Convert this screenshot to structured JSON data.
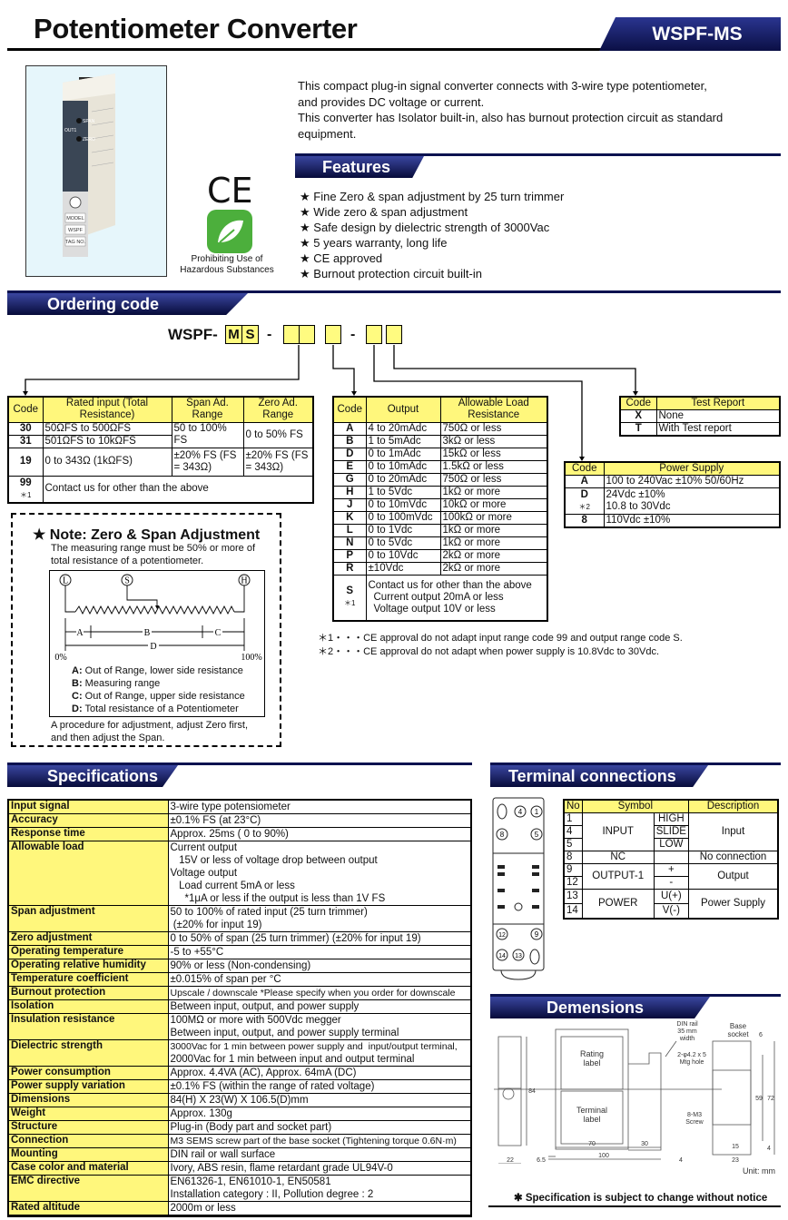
{
  "header": {
    "title": "Potentiometer Converter",
    "model": "WSPF-MS"
  },
  "product": {
    "photo_labels": [
      "SPAN",
      "ZERO",
      "OUT1",
      "MODEL",
      "WSPF",
      "TAG NO."
    ],
    "ce_mark": "CE",
    "rohs_caption": "Prohibiting Use of Hazardous Substances",
    "colors": {
      "rohs_green": "#4caf3c",
      "banner_navy": "#0b1250",
      "table_yellow": "#fff77c"
    }
  },
  "description": [
    "This compact plug-in signal converter connects with 3-wire type potentiometer,",
    "and provides DC voltage or current.",
    "This converter has Isolator built-in, also has burnout protection circuit as standard",
    "equipment."
  ],
  "features": {
    "title": "Features",
    "bullet": "★",
    "items": [
      "Fine Zero & span adjustment by 25 turn trimmer",
      "Wide zero & span adjustment",
      "Safe design by dielectric strength of 3000Vac",
      "5 years warranty, long life",
      "CE approved",
      "Burnout protection circuit built-in"
    ]
  },
  "ordering": {
    "title": "Ordering code",
    "prefix": "WSPF-",
    "fixed": [
      "M",
      "S"
    ],
    "dash": "-",
    "input_table": {
      "headers": [
        "Code",
        "Rated input (Total Resistance)",
        "Span Ad. Range",
        "Zero Ad. Range"
      ],
      "rows": [
        {
          "code": "30",
          "input": "50ΩFS to 500ΩFS"
        },
        {
          "code": "31",
          "input": "501ΩFS to 10kΩFS"
        },
        {
          "code": "19",
          "input": "0 to 343Ω (1kΩFS)",
          "span": "±20% FS (FS = 343Ω)",
          "zero": "±20% FS (FS = 343Ω)"
        },
        {
          "code": "99",
          "note": "＊1",
          "input": "Contact us for other than the above"
        }
      ],
      "shared_span": "50 to 100% FS",
      "shared_zero": "0 to 50% FS"
    },
    "output_table": {
      "headers": [
        "Code",
        "Output",
        "Allowable Load Resistance"
      ],
      "rows": [
        [
          "A",
          "4 to 20mAdc",
          "750Ω or less"
        ],
        [
          "B",
          "1 to 5mAdc",
          "3kΩ or less"
        ],
        [
          "D",
          "0 to 1mAdc",
          "15kΩ or less"
        ],
        [
          "E",
          "0 to 10mAdc",
          "1.5kΩ or less"
        ],
        [
          "G",
          "0 to 20mAdc",
          "750Ω or less"
        ],
        [
          "H",
          "1 to 5Vdc",
          "1kΩ or more"
        ],
        [
          "J",
          "0 to 10mVdc",
          "10kΩ or more"
        ],
        [
          "K",
          "0 to 100mVdc",
          "100kΩ or more"
        ],
        [
          "L",
          "0 to 1Vdc",
          "1kΩ or more"
        ],
        [
          "N",
          "0 to 5Vdc",
          "1kΩ or more"
        ],
        [
          "P",
          "0 to 10Vdc",
          "2kΩ or more"
        ],
        [
          "R",
          "±10Vdc",
          "2kΩ or more"
        ]
      ],
      "special": {
        "code": "S",
        "note": "＊1",
        "lines": [
          "Contact us for other than the above",
          "Current output 20mA or less",
          "Voltage output 10V or less"
        ]
      }
    },
    "test_table": {
      "headers": [
        "Code",
        "Test Report"
      ],
      "rows": [
        [
          "X",
          "None"
        ],
        [
          "T",
          "With Test report"
        ]
      ]
    },
    "power_table": {
      "headers": [
        "Code",
        "Power Supply"
      ],
      "rows": [
        {
          "code": "A",
          "value": "100 to 240Vac ±10% 50/60Hz"
        },
        {
          "code": "D",
          "note": "＊2",
          "value": "24Vdc ±10%",
          "value2": "10.8 to 30Vdc"
        },
        {
          "code": "8",
          "value": "110Vdc ±10%"
        }
      ]
    },
    "footnotes": [
      "＊1・・・CE approval do not adapt input range code 99 and output range code S.",
      "＊2・・・CE approval do not adapt when power supply is 10.8Vdc to 30Vdc."
    ]
  },
  "note": {
    "title": "★ Note: Zero & Span Adjustment",
    "intro": "The measuring range must be 50% or more of total resistance of a potentiometer.",
    "terminals": [
      "L",
      "S",
      "H"
    ],
    "segments": [
      "A",
      "B",
      "C",
      "D"
    ],
    "scale": [
      "0%",
      "100%"
    ],
    "legend": [
      {
        "k": "A:",
        "v": " Out of Range, lower side resistance"
      },
      {
        "k": "B:",
        "v": " Measuring range"
      },
      {
        "k": "C:",
        "v": " Out of Range, upper side resistance"
      },
      {
        "k": "D:",
        "v": " Total resistance of a Potentiometer"
      }
    ],
    "procedure": "A procedure for adjustment, adjust Zero first, and then adjust the Span."
  },
  "specs": {
    "title": "Specifications",
    "rows": [
      [
        "Input signal",
        [
          "3-wire type potensiometer"
        ]
      ],
      [
        "Accuracy",
        [
          "±0.1% FS (at 23°C)"
        ]
      ],
      [
        "Response time",
        [
          "Approx. 25ms ( 0 to 90%)"
        ]
      ],
      [
        "Allowable load",
        [
          "Current output",
          "   15V or less of voltage drop between output",
          "Voltage output",
          "   Load current 5mA or less",
          "     *1μA or less if the output is less than 1V FS"
        ]
      ],
      [
        "Span adjustment",
        [
          "50 to 100% of rated input (25 turn trimmer)",
          " (±20% for input 19)"
        ]
      ],
      [
        "Zero adjustment",
        [
          "0 to 50% of span (25 turn trimmer) (±20% for input 19)"
        ]
      ],
      [
        "Operating temperature",
        [
          "-5 to +55°C"
        ]
      ],
      [
        "Operating relative humidity",
        [
          "90% or less (Non-condensing)"
        ]
      ],
      [
        "Temperature coefficient",
        [
          "±0.015% of span per °C"
        ]
      ],
      [
        "Burnout protection",
        [
          "Upscale / downscale *Please specify when you order for downscale"
        ]
      ],
      [
        "Isolation",
        [
          "Between input, output, and power supply"
        ]
      ],
      [
        "Insulation resistance",
        [
          "100MΩ or more with 500Vdc megger",
          "Between input, output, and power supply terminal"
        ]
      ],
      [
        "Dielectric strength",
        [
          "3000Vac for 1 min between power supply and  input/output terminal,",
          "2000Vac for 1 min between input and output terminal"
        ]
      ],
      [
        "Power consumption",
        [
          "Approx. 4.4VA (AC), Approx. 64mA (DC)"
        ]
      ],
      [
        "Power supply variation",
        [
          "±0.1% FS (within the range of rated voltage)"
        ]
      ],
      [
        "Dimensions",
        [
          "84(H) X 23(W) X 106.5(D)mm"
        ]
      ],
      [
        "Weight",
        [
          "Approx. 130g"
        ]
      ],
      [
        "Structure",
        [
          "Plug-in (Body part and socket part)"
        ]
      ],
      [
        "Connection",
        [
          "M3 SEMS screw part of the base socket (Tightening torque 0.6N·m)"
        ]
      ],
      [
        "Mounting",
        [
          "DIN rail or wall surface"
        ]
      ],
      [
        "Case color and material",
        [
          "Ivory, ABS resin, flame retardant grade UL94V-0"
        ]
      ],
      [
        "EMC directive",
        [
          "EN61326-1, EN61010-1, EN50581",
          "Installation category : II, Pollution degree : 2"
        ]
      ],
      [
        "Rated altitude",
        [
          "2000m or less"
        ]
      ]
    ]
  },
  "terminal": {
    "title": "Terminal connections",
    "socket_numbers": [
      "4",
      "1",
      "8",
      "5",
      "12",
      "9",
      "14",
      "13"
    ],
    "headers": [
      "No",
      "Symbol",
      "Description"
    ],
    "groups": [
      {
        "nos": [
          "1",
          "4",
          "5"
        ],
        "symbol": "INPUT",
        "subs": [
          "HIGH",
          "SLIDE",
          "LOW"
        ],
        "desc": "Input"
      },
      {
        "nos": [
          "8"
        ],
        "symbol": "NC",
        "subs": [
          ""
        ],
        "desc": "No connection"
      },
      {
        "nos": [
          "9",
          "12"
        ],
        "symbol": "OUTPUT-1",
        "subs": [
          "+",
          "-"
        ],
        "desc": "Output"
      },
      {
        "nos": [
          "13",
          "14"
        ],
        "symbol": "POWER",
        "subs": [
          "U(+)",
          "V(-)"
        ],
        "desc": "Power Supply"
      }
    ]
  },
  "dimensions": {
    "title": "Demensions",
    "rating_label": [
      "Rating",
      "label"
    ],
    "terminal_label": [
      "Terminal",
      "label"
    ],
    "din_rail": [
      "DIN rail",
      "35 mm",
      "width"
    ],
    "base_socket": [
      "Base",
      "socket"
    ],
    "mtg_hole": [
      "2-φ4.2 x 5",
      "Mtg hole"
    ],
    "screw": [
      "8-M3",
      "Screw"
    ],
    "dims": {
      "h": "84",
      "w": "22",
      "gap": "6.5",
      "d70": "70",
      "d30": "30",
      "d100": "100",
      "d4": "4",
      "s59": "59",
      "s72": "72",
      "s6": "6",
      "s15": "15",
      "s23": "23",
      "s4": "4"
    },
    "unit": "Unit: mm"
  },
  "footer": "✱ Specification is subject to change without notice"
}
